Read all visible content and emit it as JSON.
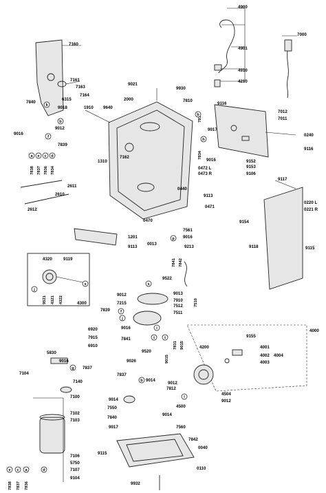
{
  "labels": {
    "l4900": "4900",
    "l4901": "4901",
    "l4910": "4910",
    "l4210": "4210",
    "l7000": "7000",
    "l7160": "7160",
    "l7161": "7161",
    "l7163": "7163",
    "l7164": "7164",
    "l6315": "6315",
    "l9018": "9018",
    "l7840a": "7840",
    "l9012a": "9012",
    "l9016a": "9016",
    "l7839a": "7839",
    "l9021": "9021",
    "l9930": "9930",
    "l2000": "2000",
    "l1910": "1910",
    "l9640": "9640",
    "l7810": "7810",
    "l9116a": "9116",
    "l7012": "7012",
    "l7011": "7011",
    "l7835": "7835",
    "l9017a": "9017",
    "l0240": "0240",
    "l9116b": "9116",
    "l9152": "9152",
    "l9153": "9153",
    "l9106": "9106",
    "l7834": "7834",
    "l9016b": "9016",
    "l0472": "0472 L",
    "l0473": "0473 R",
    "l7162": "7162",
    "l1310": "1310",
    "l7838a": "7838",
    "l7837a": "7837",
    "l7836a": "7836",
    "l7834a": "7834",
    "l2611": "2611",
    "l2610": "2610",
    "l2612": "2612",
    "l0440": "0440",
    "l9113a": "9113",
    "l0471": "0471",
    "l9117": "9117",
    "l0220": "0220 L",
    "l0221": "0221 R",
    "l9154": "9154",
    "l0470": "0470",
    "l7561": "7561",
    "l9016c": "9016",
    "l9213": "9213",
    "l1201": "1201",
    "l9113b": "9113",
    "l0013": "0013",
    "l7841a": "7841",
    "l7842a": "7842",
    "l9118": "9118",
    "l9115a": "9115",
    "l4320": "4320",
    "l9119": "9119",
    "l9521": "9521",
    "l4321": "4321",
    "l4322": "4322",
    "l4300": "4300",
    "l9522": "9522",
    "l9012b": "9012",
    "l9013": "9013",
    "l7215": "7215",
    "l7910": "7910",
    "l7512": "7512",
    "l7510": "7510",
    "l7839b": "7839",
    "l7511": "7511",
    "l9016d": "9016",
    "l6920": "6920",
    "l7915": "7915",
    "l6910": "6910",
    "l7841b": "7841",
    "l4000": "4000",
    "l9155": "9155",
    "l4001": "4001",
    "l4002": "4002",
    "l4004": "4004",
    "l4003": "4003",
    "l5830": "5830",
    "l9016e": "9016",
    "l7104": "7104",
    "l7837b": "7837",
    "l7140": "7140",
    "l9520": "9520",
    "l9026": "9026",
    "l9015": "9015",
    "l7831": "7831",
    "l9015b": "9015",
    "l4200": "4200",
    "l7837c": "7837",
    "l9014a": "9014",
    "l9012c": "9012",
    "l7812": "7812",
    "l4504": "4504",
    "l9012d": "9012",
    "l7100": "7100",
    "l9014b": "9014",
    "l7550": "7550",
    "l4500": "4500",
    "l7102": "7102",
    "l7103": "7103",
    "l7840b": "7840",
    "l9014c": "9014",
    "l9017b": "9017",
    "l7560": "7560",
    "l7842b": "7842",
    "l0040": "0040",
    "l7106": "7106",
    "l5750": "5750",
    "l7107": "7107",
    "l9104": "9104",
    "l9115b": "9115",
    "l7838b": "7838",
    "l7837d": "7837",
    "l7836b": "7836",
    "l0110": "0110",
    "l9932": "9932"
  },
  "bubbles": {
    "a": "a",
    "b": "b",
    "c": "c",
    "d": "d",
    "e": "e",
    "f": "f",
    "g": "g",
    "h": "h",
    "i": "i",
    "j": "j",
    "k": "k",
    "l": "l",
    "p": "p",
    "s": "s",
    "t": "t"
  }
}
